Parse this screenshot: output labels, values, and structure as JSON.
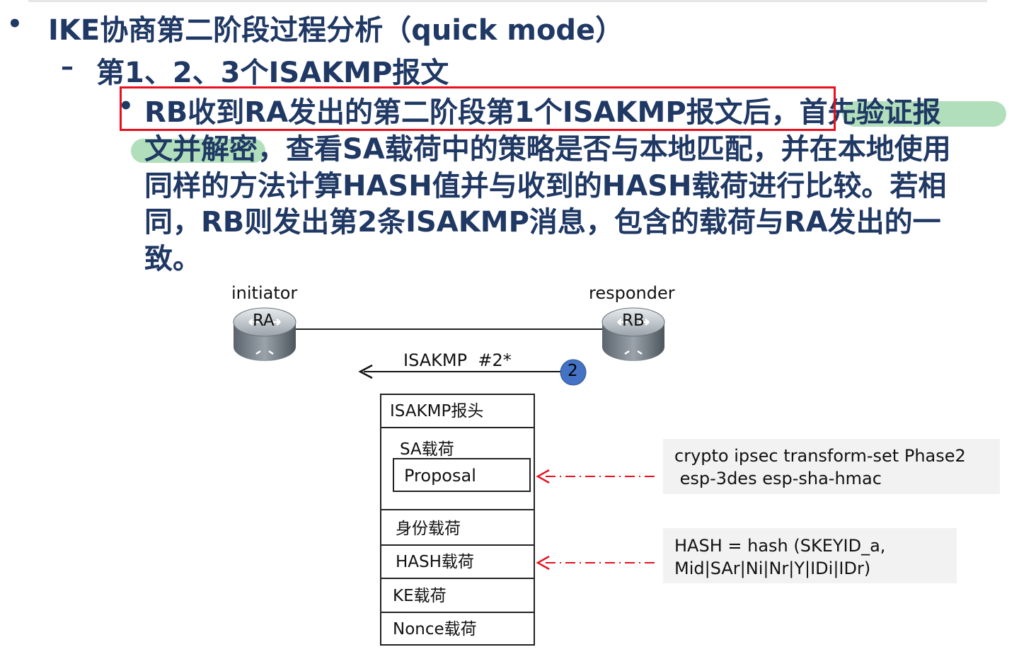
{
  "colors": {
    "text_primary": "#1f3864",
    "highlight": "#a8dcb4",
    "frame_red": "#e8101d",
    "step_badge": "#4472c4",
    "arrow_red": "#e8101d"
  },
  "heading": {
    "bullet": "•",
    "title": "IKE协商第二阶段过程分析（quick mode）"
  },
  "subheading": {
    "bullet": "–",
    "title": "第1、2、3个ISAKMP报文"
  },
  "paragraph": {
    "bullet": "•",
    "lines": [
      "RB收到RA发出的第二阶段第1个ISAKMP报文后，首先验证报",
      "文并解密，查看SA载荷中的策略是否与本地匹配，并在本地使用",
      "同样的方法计算HASH值并与收到的HASH载荷进行比较。若相",
      "同，RB则发出第2条ISAKMP消息，包含的载荷与RA发出的一",
      "致。"
    ]
  },
  "diagram": {
    "initiator_label": "initiator",
    "responder_label": "responder",
    "router_a": "RA",
    "router_b": "RB",
    "message_label": "ISAKMP  #2*",
    "step_number": "2",
    "packet": {
      "header": "ISAKMP报头",
      "sa_payload": "SA载荷",
      "proposal": "Proposal",
      "id_payload": "身份载荷",
      "hash_payload": "HASH载荷",
      "ke_payload": "KE载荷",
      "nonce_payload": "Nonce载荷"
    },
    "note_transform": [
      "crypto ipsec transform-set Phase2",
      " esp-3des esp-sha-hmac"
    ],
    "note_hash": [
      "HASH = hash (SKEYID_a,",
      "Mid|SAr|Ni|Nr|Y|IDi|IDr)"
    ]
  }
}
